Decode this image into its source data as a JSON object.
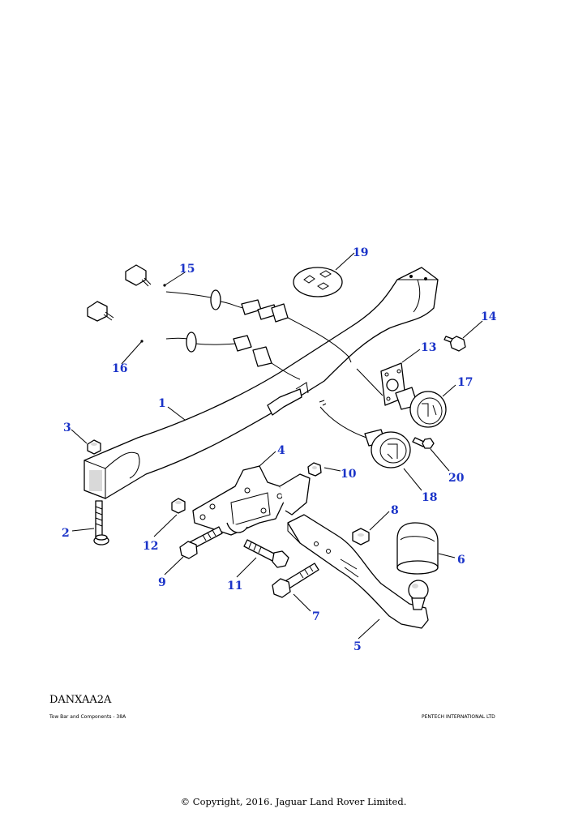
{
  "diagram": {
    "code": "DANXAA2A",
    "caption": "Tow Bar and Components - 38A",
    "publisher": "PENTECH INTERNATIONAL LTD",
    "copyright": "© Copyright, 2016. Jaguar Land Rover Limited."
  },
  "callouts": [
    "1",
    "2",
    "3",
    "4",
    "5",
    "6",
    "7",
    "8",
    "9",
    "10",
    "11",
    "12",
    "13",
    "14",
    "15",
    "16",
    "17",
    "18",
    "19",
    "20"
  ],
  "colors": {
    "callout": "#1a33c8",
    "linework": "#000000",
    "background": "#ffffff"
  }
}
